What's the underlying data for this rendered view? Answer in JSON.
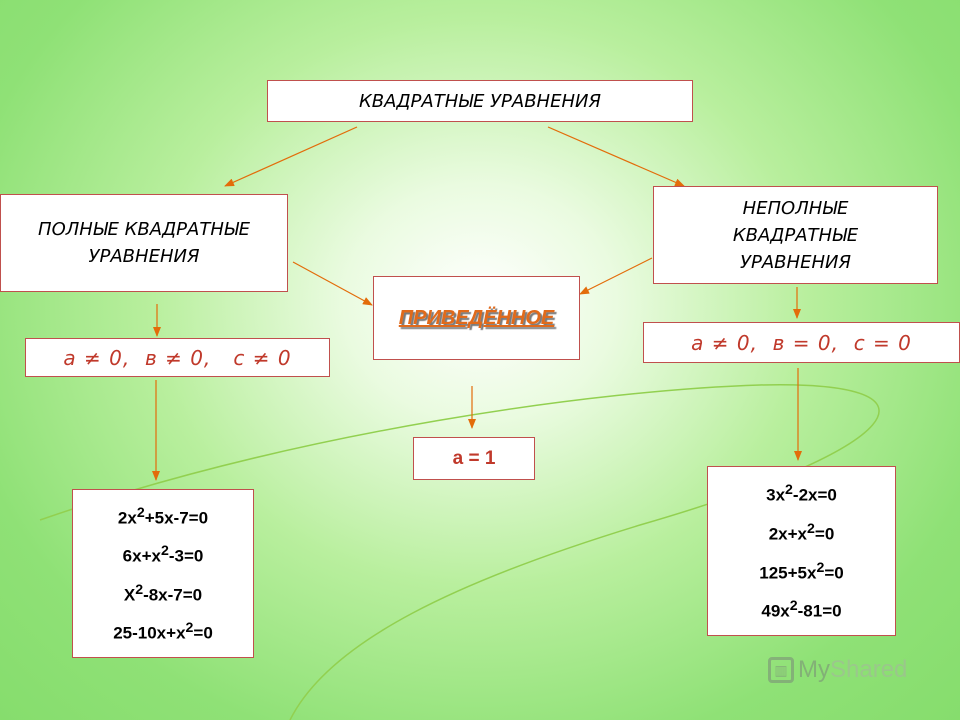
{
  "title": "КВАДРАТНЫЕ УРАВНЕНИЯ",
  "full_label": "ПОЛНЫЕ КВАДРАТНЫЕ УРАВНЕНИЯ",
  "incomplete_label": "НЕПОЛНЫЕ КВАДРАТНЫЕ УРАВНЕНИЯ",
  "reduced_label": "ПРИВЕДЁННОЕ",
  "full_condition": "а ≠ 0,  в ≠ 0,   с ≠ 0",
  "incomplete_condition": "а ≠ 0,  в = 0,  с = 0",
  "reduced_condition": "а = 1",
  "full_examples": [
    {
      "pre": "2х",
      "sup": "2",
      "post": "+5х-7=0"
    },
    {
      "pre": "6х+х",
      "sup": "2",
      "post": "-3=0"
    },
    {
      "pre": "Х",
      "sup": "2",
      "post": "-8х-7=0"
    },
    {
      "pre": "25-10х+х",
      "sup": "2",
      "post": "=0"
    }
  ],
  "incomplete_examples": [
    {
      "pre": "3х",
      "sup": "2",
      "post": "-2х=0"
    },
    {
      "pre": "2х+х",
      "sup": "2",
      "post": "=0"
    },
    {
      "pre": "125+5х",
      "sup": "2",
      "post": "=0"
    },
    {
      "pre": "49х",
      "sup": "2",
      "post": "-81=0"
    }
  ],
  "watermark": {
    "brand_a": "My",
    "brand_b": "Shared"
  },
  "colors": {
    "arrow": "#e36c0a",
    "curve": "#92d050",
    "box_border": "#c0504d",
    "condition_text": "#c0392b",
    "reduced_text": "#e06a1b"
  }
}
